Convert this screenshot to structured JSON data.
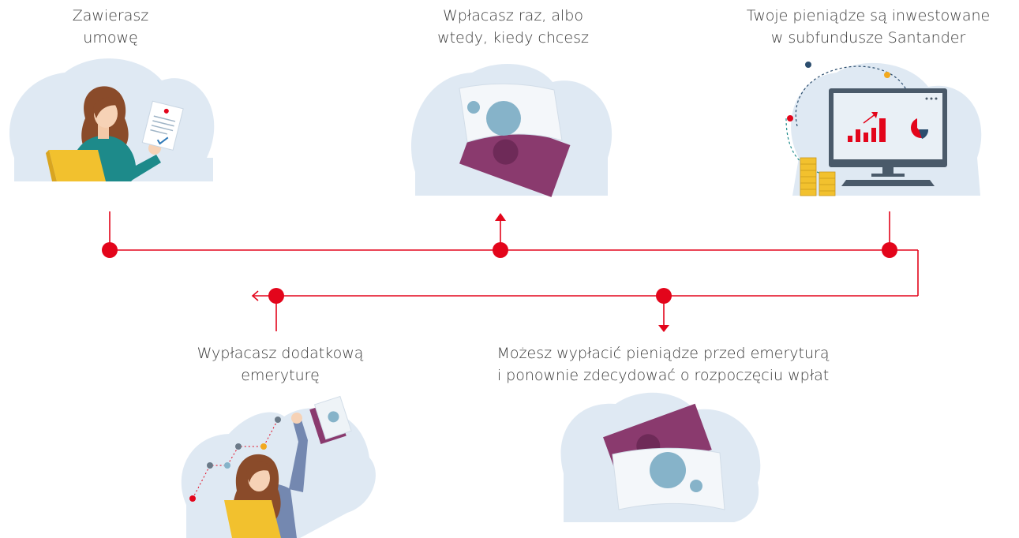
{
  "steps": [
    {
      "line1": "Zawierasz",
      "line2": "umowę"
    },
    {
      "line1": "Wpłacasz raz, albo",
      "line2": "wtedy, kiedy chcesz"
    },
    {
      "line1": "Twoje pieniądze są inwestowane",
      "line2": "w subfundusze Santander"
    },
    {
      "line1": "Wypłacasz dodatkową",
      "line2": "emeryturę"
    },
    {
      "line1": "Możesz wypłacić pieniądze przed emeryturą",
      "line2": "i ponownie zdecydować o rozpoczęciu wpłat"
    }
  ],
  "colors": {
    "accent": "#e3051b",
    "cloud": "#dfe9f3",
    "text": "#3a3a3a",
    "banknote_purple": "#8a3a6e",
    "banknote_light": "#eef3f7",
    "coin_blue": "#86b3c9",
    "laptop_yellow": "#f2c12e",
    "shirt_teal": "#1d8a8a",
    "hair_brown": "#8a4b2a"
  },
  "icons": [
    "woman-signing-contract-icon",
    "banknotes-icon",
    "monitor-chart-icon",
    "woman-celebrating-icon",
    "banknotes-withdraw-icon"
  ]
}
